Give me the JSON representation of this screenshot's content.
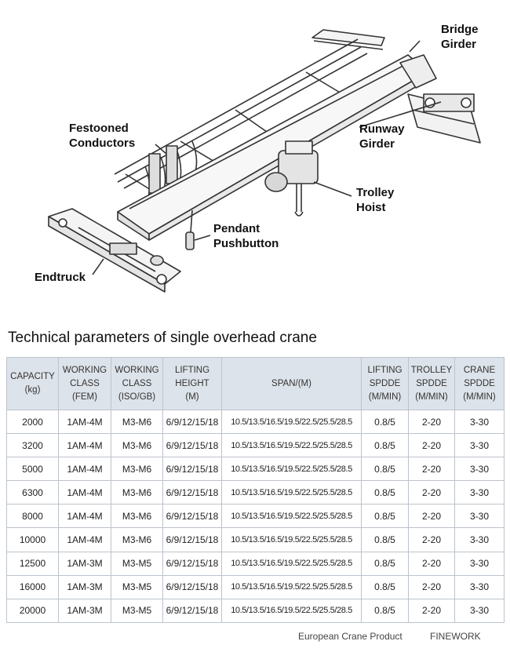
{
  "diagram": {
    "labels": {
      "bridge_girder": "Bridge\nGirder",
      "festooned_conductors": "Festooned\nConductors",
      "runway_girder": "Runway\nGirder",
      "trolley_hoist": "Trolley\nHoist",
      "pendant_pushbutton": "Pendant\nPushbutton",
      "endtruck": "Endtruck"
    }
  },
  "title": "Technical parameters of single overhead crane",
  "table": {
    "headers": [
      "CAPACITY\n(kg)",
      "WORKING\nCLASS\n(FEM)",
      "WORKING\nCLASS\n(ISO/GB)",
      "LIFTING\nHEIGHT\n(M)",
      "SPAN/(M)",
      "LIFTING\nSPDDE\n(M/MIN)",
      "TROLLEY\nSPDDE\n(M/MIN)",
      "CRANE\nSPDDE\n(M/MIN)"
    ],
    "rows": [
      [
        "2000",
        "1AM-4M",
        "M3-M6",
        "6/9/12/15/18",
        "10.5/13.5/16.5/19.5/22.5/25.5/28.5",
        "0.8/5",
        "2-20",
        "3-30"
      ],
      [
        "3200",
        "1AM-4M",
        "M3-M6",
        "6/9/12/15/18",
        "10.5/13.5/16.5/19.5/22.5/25.5/28.5",
        "0.8/5",
        "2-20",
        "3-30"
      ],
      [
        "5000",
        "1AM-4M",
        "M3-M6",
        "6/9/12/15/18",
        "10.5/13.5/16.5/19.5/22.5/25.5/28.5",
        "0.8/5",
        "2-20",
        "3-30"
      ],
      [
        "6300",
        "1AM-4M",
        "M3-M6",
        "6/9/12/15/18",
        "10.5/13.5/16.5/19.5/22.5/25.5/28.5",
        "0.8/5",
        "2-20",
        "3-30"
      ],
      [
        "8000",
        "1AM-4M",
        "M3-M6",
        "6/9/12/15/18",
        "10.5/13.5/16.5/19.5/22.5/25.5/28.5",
        "0.8/5",
        "2-20",
        "3-30"
      ],
      [
        "10000",
        "1AM-4M",
        "M3-M6",
        "6/9/12/15/18",
        "10.5/13.5/16.5/19.5/22.5/25.5/28.5",
        "0.8/5",
        "2-20",
        "3-30"
      ],
      [
        "12500",
        "1AM-3M",
        "M3-M5",
        "6/9/12/15/18",
        "10.5/13.5/16.5/19.5/22.5/25.5/28.5",
        "0.8/5",
        "2-20",
        "3-30"
      ],
      [
        "16000",
        "1AM-3M",
        "M3-M5",
        "6/9/12/15/18",
        "10.5/13.5/16.5/19.5/22.5/25.5/28.5",
        "0.8/5",
        "2-20",
        "3-30"
      ],
      [
        "20000",
        "1AM-3M",
        "M3-M5",
        "6/9/12/15/18",
        "10.5/13.5/16.5/19.5/22.5/25.5/28.5",
        "0.8/5",
        "2-20",
        "3-30"
      ]
    ]
  },
  "footer": {
    "product": "European Crane Product",
    "brand": "FINEWORK"
  }
}
